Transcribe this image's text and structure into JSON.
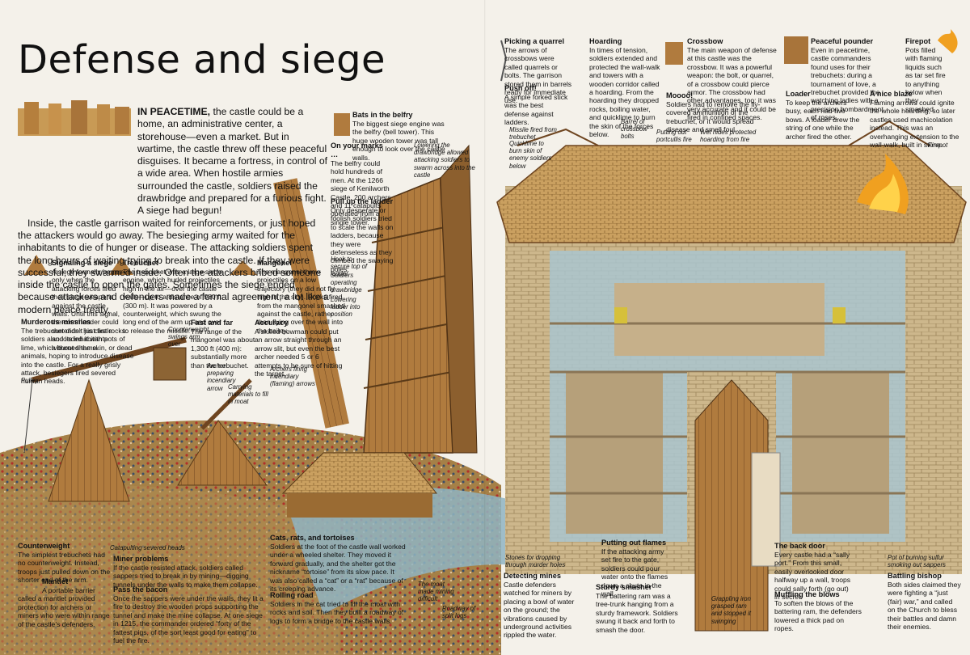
{
  "title": "Defense and siege",
  "intro": {
    "lead": "IN PEACETIME,",
    "p1_rest": " the castle could be a home, an administrative center, a storehouse—even a market. But in wartime, the castle threw off these peaceful disguises. It became a fortress, in control of a wide area. When hostile armies surrounded the castle, soldiers raised the drawbridge and prepared for a furious fight. A siege had begun!",
    "p2": "Inside, the castle garrison waited for reinforcements, or just hoped the attackers would go away. The besieging army waited for the inhabitants to die of hunger or disease. The attacking soldiers spent the long hours of waiting trying to break into the castle. If they were successful, they swarmed inside. Often the attackers bribed someone inside the castle to open the gates. Sometimes the siege ended because attackers and defenders made a formal agreement, a lot like a modern peace treaty."
  },
  "captions": {
    "signaling": {
      "title": "Signaling a siege",
      "text": "A siege formally began only when the attacking forces fired their siege weapons against the castle walls. Until this signal, the commander could surrender his castle and its inhabitants without shame."
    },
    "trebuchet": {
      "title": "Trebuchet",
      "text": "The trebuchet was a large siege engine, which hurled projectiles high in the air—over the castle walls—up to a distance of 980 ft (300 m). It was powered by a counterweight, which swung the long end of the arm up and over to release the missile."
    },
    "mangonel": {
      "title": "Mangonel",
      "text": "The mangonel threw projectiles on a low trajectory (they did not fly high in the sky). Rocks fired from the mangonel smashed against the castle, rather than flying over the wall into the bailey."
    },
    "murderous": {
      "title": "Murderous missiles",
      "text": "The trebuchet didn’t just fire rocks: soldiers also loaded it with pots of lime, which burned the skin, or dead animals, hoping to introduce disease into the castle. For a really grisly attack, besiegers fired severed human heads."
    },
    "fastfar": {
      "title": "Fast and far",
      "text": "The range of the mangonel was about 1,300 ft (400 m): substantially more than the trebuchet."
    },
    "accuracy": {
      "title": "Accuracy",
      "text": "A skilled bowman could put an arrow straight through an arrow slit, but even the best archer needed 5 or 6 attempts to be sure of hitting the target."
    },
    "belfry": {
      "title": "Bats in the belfry",
      "text": "The biggest siege engine was the belfry (bell tower). This huge wooden tower was tall enough to look over the castle walls."
    },
    "onyourmarks": {
      "title": "On your marks …",
      "text": "The belfry could hold hundreds of men. At the 1266 siege of Kenilworth Castle, 200 archers and 11 catapults operated from a single tower."
    },
    "pullladder": {
      "title": "Pull up the ladder",
      "text": "Only desperate or foolish soldiers tried to scale the walls on ladders, because they were defenseless as they climbed the swaying poles."
    },
    "quarrel": {
      "title": "Picking a quarrel",
      "text": "The arrows of crossbows were called quarrels or bolts. The garrison stored them in barrels ready for immediate use."
    },
    "pushoff": {
      "title": "Push off!",
      "text": "A simple forked stick was the best defense against ladders."
    },
    "hoarding": {
      "title": "Hoarding",
      "text": "In times of tension, soldiers extended and protected the wall-walk and towers with a wooden corridor called a hoarding. From the hoarding they dropped rocks, boiling water, and quicklime to burn the skin of the forces below."
    },
    "crossbow": {
      "title": "Crossbow",
      "text": "The main weapon of defense at this castle was the crossbow. It was a powerful weapon: the bolt, or quarrel, of a crossbow could pierce armor. The crossbow had other advantages, too: it was very accurate and it could be fired in confined spaces."
    },
    "moooo": {
      "title": "Moooo!",
      "text": "Soldiers had to remove the fly-covered ammunition of the trebuchet, or it would spread disease and smell foul."
    },
    "pounder": {
      "title": "Peaceful pounder",
      "text": "Even in peacetime, castle commanders found uses for their trebuchets: during a tournament of love, a trebuchet provided the watching ladies with a precision bombardment of roses."
    },
    "loader": {
      "title": "Loader",
      "text": "To keep the archers busy, each had two bows. A loader drew the string of one while the archer fired the other."
    },
    "firepot": {
      "title": "Firepot",
      "text": "Pots filled with flaming liquids such as tar set fire to anything below when they smashed."
    },
    "blaze": {
      "title": "A nice blaze",
      "text": "Flaming arrows could ignite the whole hoarding, so later castles used machicolation instead. This was an overhanging extension to the wall-walk, built in stone."
    },
    "counterweight": {
      "title": "Counterweight",
      "text": "The simplest trebuchets had no counterweight. Instead, troops just pulled down on the shorter end of the arm."
    },
    "mantlet": {
      "title": "Mantlet",
      "text": "A portable barrier called a mantlet provided protection for archers or miners who were within range of the castle’s defenders."
    },
    "miner": {
      "title": "Miner problems",
      "text": "If the castle resisted attack, soldiers called sappers tried to break in by mining—digging tunnels under the walls to make them collapse."
    },
    "bacon": {
      "title": "Pass the bacon",
      "text": "Once the sappers were under the walls, they lit a fire to destroy the wooden props supporting the tunnel and make the mine collapse. At one siege in 1215, the commander ordered “forty of the fattest pigs, of the sort least good for eating” to fuel the fire."
    },
    "cats": {
      "title": "Cats, rats, and tortoises",
      "text": "Soldiers at the foot of the castle wall worked under a wheeled shelter. They moved it forward gradually, and the shelter got the nickname “tortoise” from its slow pace. It was also called a “cat” or a “rat” because of its creeping advance."
    },
    "rolling": {
      "title": "Rolling road",
      "text": "Soldiers in the cat tried to fill the moat with rocks and soil. Then they built a roadway of logs to form a bridge to the castle walls."
    },
    "detecting": {
      "title": "Detecting mines",
      "text": "Castle defenders watched for miners by placing a bowl of water on the ground; the vibrations caused by underground activities rippled the water."
    },
    "flames": {
      "title": "Putting out flames",
      "text": "If the attacking army set fire to the gate, soldiers could pour water onto the flames down a chute in the wall."
    },
    "smasher": {
      "title": "Sturdy smasher",
      "text": "The battering ram was a tree-trunk hanging from a sturdy framework. Soldiers swung it back and forth to smash the door."
    },
    "backdoor": {
      "title": "The back door",
      "text": "Every castle had a “sally port.” From this small, easily overlooked door halfway up a wall, troops could sally forth (go out) in secret."
    },
    "muffling": {
      "title": "Muffling the blows",
      "text": "To soften the blows of the battering ram, the defenders lowered a thick pad on ropes."
    },
    "bishop": {
      "title": "Battling bishop",
      "text": "Both sides claimed they were fighting a “just (fair) war,” and called on the Church to bless their battles and damn their enemies."
    }
  },
  "labels": {
    "swings": "Counterweight swings arm over",
    "pulley": "Pulley",
    "preparing": "Archer preparing incendiary arrow",
    "carrying": "Carrying materials to fill in moat",
    "firing": "Archers firing incendiary (flaming) arrows",
    "lowering_drawbridge": "Lowering the drawbridge allowed attacking soldiers to swarm across into the castle",
    "hook": "Hook to secure top of ladder",
    "operating": "Soldiers operating drawbridge",
    "lowering_ladder": "Lowering ladder into position",
    "missile": "Missile fired from trebuchet",
    "quicklime": "Quicklime to burn skin of enemy soldiers below",
    "barrel": "Barrel of crossbow bolts",
    "portcullis": "Putting out portcullis fire",
    "wethides": "Wet hides protected hoarding from fire",
    "firepot2": "Firepot",
    "heads": "Catapulting severed heads",
    "stones": "Stones for dropping through murder holes",
    "moat": "The moat made mining difficult",
    "roadway": "Roadway of split logs",
    "grappling": "Grappling iron grasped ram and stopped it swinging",
    "sulfur": "Pot of burning sulfur smoking out sappers"
  },
  "colors": {
    "sky": "#f4f1ea",
    "stone": "#c9b48a",
    "wood": "#a5763d",
    "roof": "#c79a55",
    "interior": "#a9c6cf",
    "fire": "#f0a020",
    "moat": "#8fb4c2"
  }
}
